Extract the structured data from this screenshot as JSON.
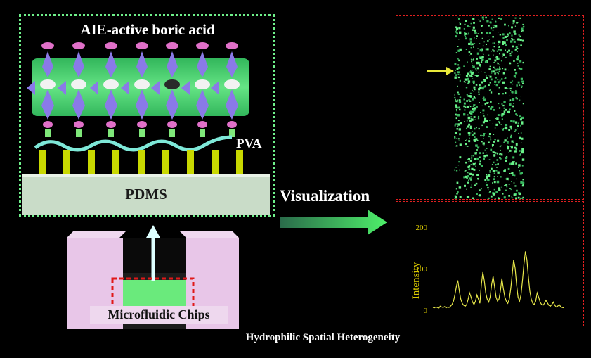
{
  "left_panel": {
    "title": "AIE-active boric acid",
    "pva_label": "PVA",
    "pdms_label": "PDMS",
    "chip_label": "Microfluidic Chips"
  },
  "arrow_label": "Visualization",
  "footer": "Hydrophilic Spatial Heterogeneity",
  "chart_data": {
    "type": "line",
    "ylabel": "Intensity",
    "yticks": [
      "0",
      "100",
      "200"
    ],
    "ylim": [
      0,
      220
    ],
    "x": [
      0,
      1,
      2,
      3,
      4,
      5,
      6,
      7,
      8,
      9,
      10,
      11,
      12,
      13,
      14,
      15,
      16,
      17,
      18,
      19,
      20,
      21,
      22,
      23,
      24,
      25,
      26,
      27,
      28,
      29,
      30,
      31,
      32,
      33,
      34,
      35,
      36,
      37,
      38,
      39,
      40,
      41,
      42,
      43,
      44,
      45,
      46,
      47,
      48,
      49,
      50,
      51,
      52,
      53,
      54,
      55,
      56,
      57,
      58,
      59,
      60,
      61,
      62,
      63,
      64,
      65,
      66,
      67,
      68,
      69,
      70,
      71,
      72,
      73,
      74,
      75,
      76,
      77,
      78,
      79,
      80,
      81,
      82,
      83,
      84,
      85,
      86,
      87,
      88,
      89
    ],
    "y": [
      5,
      4,
      6,
      5,
      3,
      8,
      6,
      5,
      7,
      4,
      6,
      5,
      8,
      12,
      20,
      35,
      55,
      70,
      45,
      25,
      15,
      10,
      8,
      12,
      25,
      40,
      30,
      18,
      12,
      20,
      35,
      25,
      15,
      60,
      90,
      70,
      40,
      25,
      18,
      30,
      60,
      80,
      55,
      30,
      20,
      25,
      45,
      75,
      50,
      30,
      20,
      15,
      25,
      50,
      85,
      120,
      100,
      60,
      30,
      20,
      35,
      70,
      110,
      140,
      120,
      80,
      45,
      25,
      15,
      12,
      20,
      40,
      30,
      18,
      12,
      10,
      15,
      22,
      16,
      10,
      8,
      12,
      18,
      10,
      6,
      8,
      12,
      7,
      5,
      4
    ],
    "line_color": "#e8e84a"
  }
}
